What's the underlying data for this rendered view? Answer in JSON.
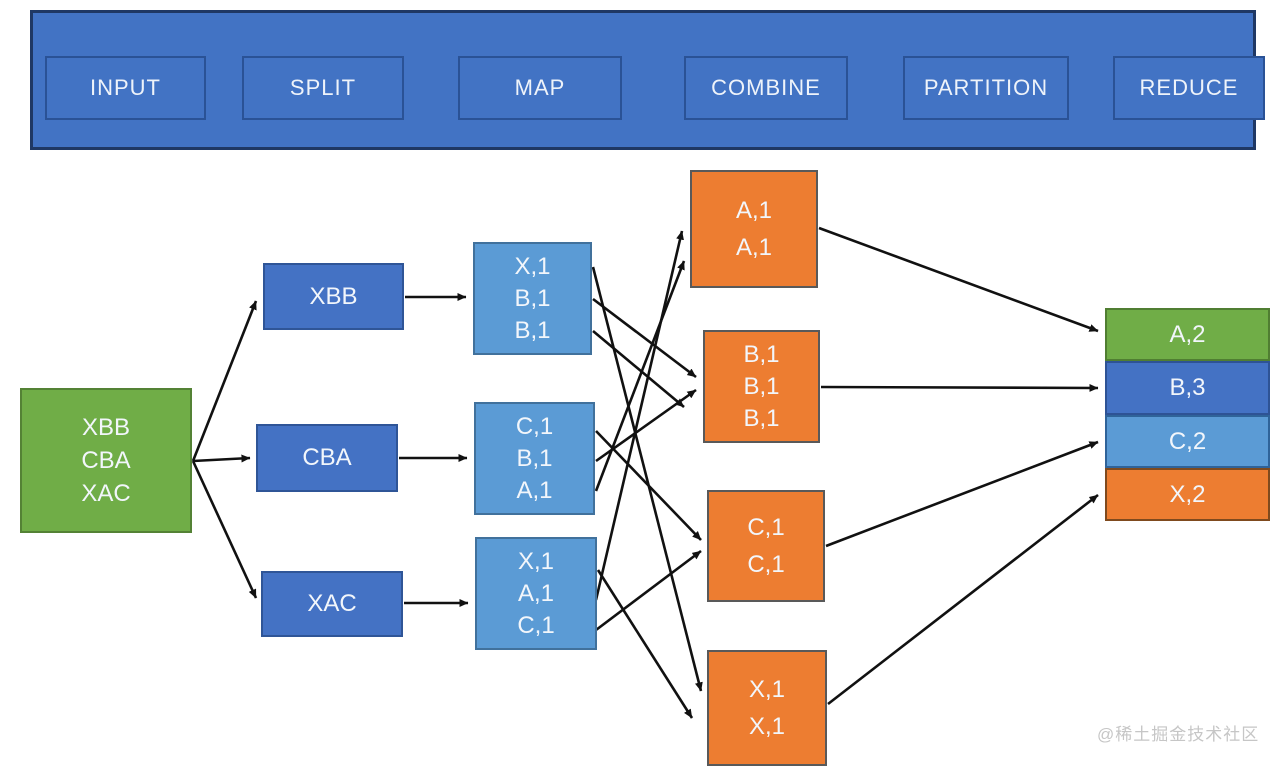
{
  "pipeline": {
    "stages": [
      "INPUT",
      "SPLIT",
      "MAP",
      "COMBINE",
      "PARTITION",
      "REDUCE"
    ]
  },
  "input": {
    "lines": [
      "XBB",
      "CBA",
      "XAC"
    ]
  },
  "splits": [
    {
      "label": "XBB"
    },
    {
      "label": "CBA"
    },
    {
      "label": "XAC"
    }
  ],
  "maps": [
    {
      "lines": [
        "X,1",
        "B,1",
        "B,1"
      ]
    },
    {
      "lines": [
        "C,1",
        "B,1",
        "A,1"
      ]
    },
    {
      "lines": [
        "X,1",
        "A,1",
        "C,1"
      ]
    }
  ],
  "combines": [
    {
      "id": "combine-a",
      "lines": [
        "A,1",
        "A,1"
      ]
    },
    {
      "id": "combine-b",
      "lines": [
        "B,1",
        "B,1",
        "B,1"
      ]
    },
    {
      "id": "combine-c",
      "lines": [
        "C,1",
        "C,1"
      ]
    },
    {
      "id": "combine-x",
      "lines": [
        "X,1",
        "X,1"
      ]
    }
  ],
  "reduces": [
    {
      "label": "A,2",
      "color": "#70ad47"
    },
    {
      "label": "B,3",
      "color": "#4472c4"
    },
    {
      "label": "C,2",
      "color": "#5b9bd5"
    },
    {
      "label": "X,2",
      "color": "#ed7d31"
    }
  ],
  "edges": [
    {
      "from": "input",
      "to": "split-xbb"
    },
    {
      "from": "input",
      "to": "split-cba"
    },
    {
      "from": "input",
      "to": "split-xac"
    },
    {
      "from": "split-xbb",
      "to": "map-1"
    },
    {
      "from": "split-cba",
      "to": "map-2"
    },
    {
      "from": "split-xac",
      "to": "map-3"
    },
    {
      "from": "map-1",
      "to": "combine-x",
      "key": "X,1"
    },
    {
      "from": "map-1",
      "to": "combine-b",
      "key": "B,1"
    },
    {
      "from": "map-1",
      "to": "combine-b",
      "key": "B,1"
    },
    {
      "from": "map-2",
      "to": "combine-c",
      "key": "C,1"
    },
    {
      "from": "map-2",
      "to": "combine-b",
      "key": "B,1"
    },
    {
      "from": "map-2",
      "to": "combine-a",
      "key": "A,1"
    },
    {
      "from": "map-3",
      "to": "combine-x",
      "key": "X,1"
    },
    {
      "from": "map-3",
      "to": "combine-a",
      "key": "A,1"
    },
    {
      "from": "map-3",
      "to": "combine-c",
      "key": "C,1"
    },
    {
      "from": "combine-a",
      "to": "reduce-a"
    },
    {
      "from": "combine-b",
      "to": "reduce-b"
    },
    {
      "from": "combine-c",
      "to": "reduce-c"
    },
    {
      "from": "combine-x",
      "to": "reduce-x"
    }
  ],
  "colors": {
    "bar_fill": "#4273c4",
    "bar_border": "#1f3864",
    "green": "#70ad47",
    "dark_blue": "#4472c4",
    "light_blue": "#5b9bd5",
    "orange": "#ed7d31",
    "arrow": "#111111"
  },
  "watermark": {
    "text": "@稀土掘金技术社区"
  }
}
